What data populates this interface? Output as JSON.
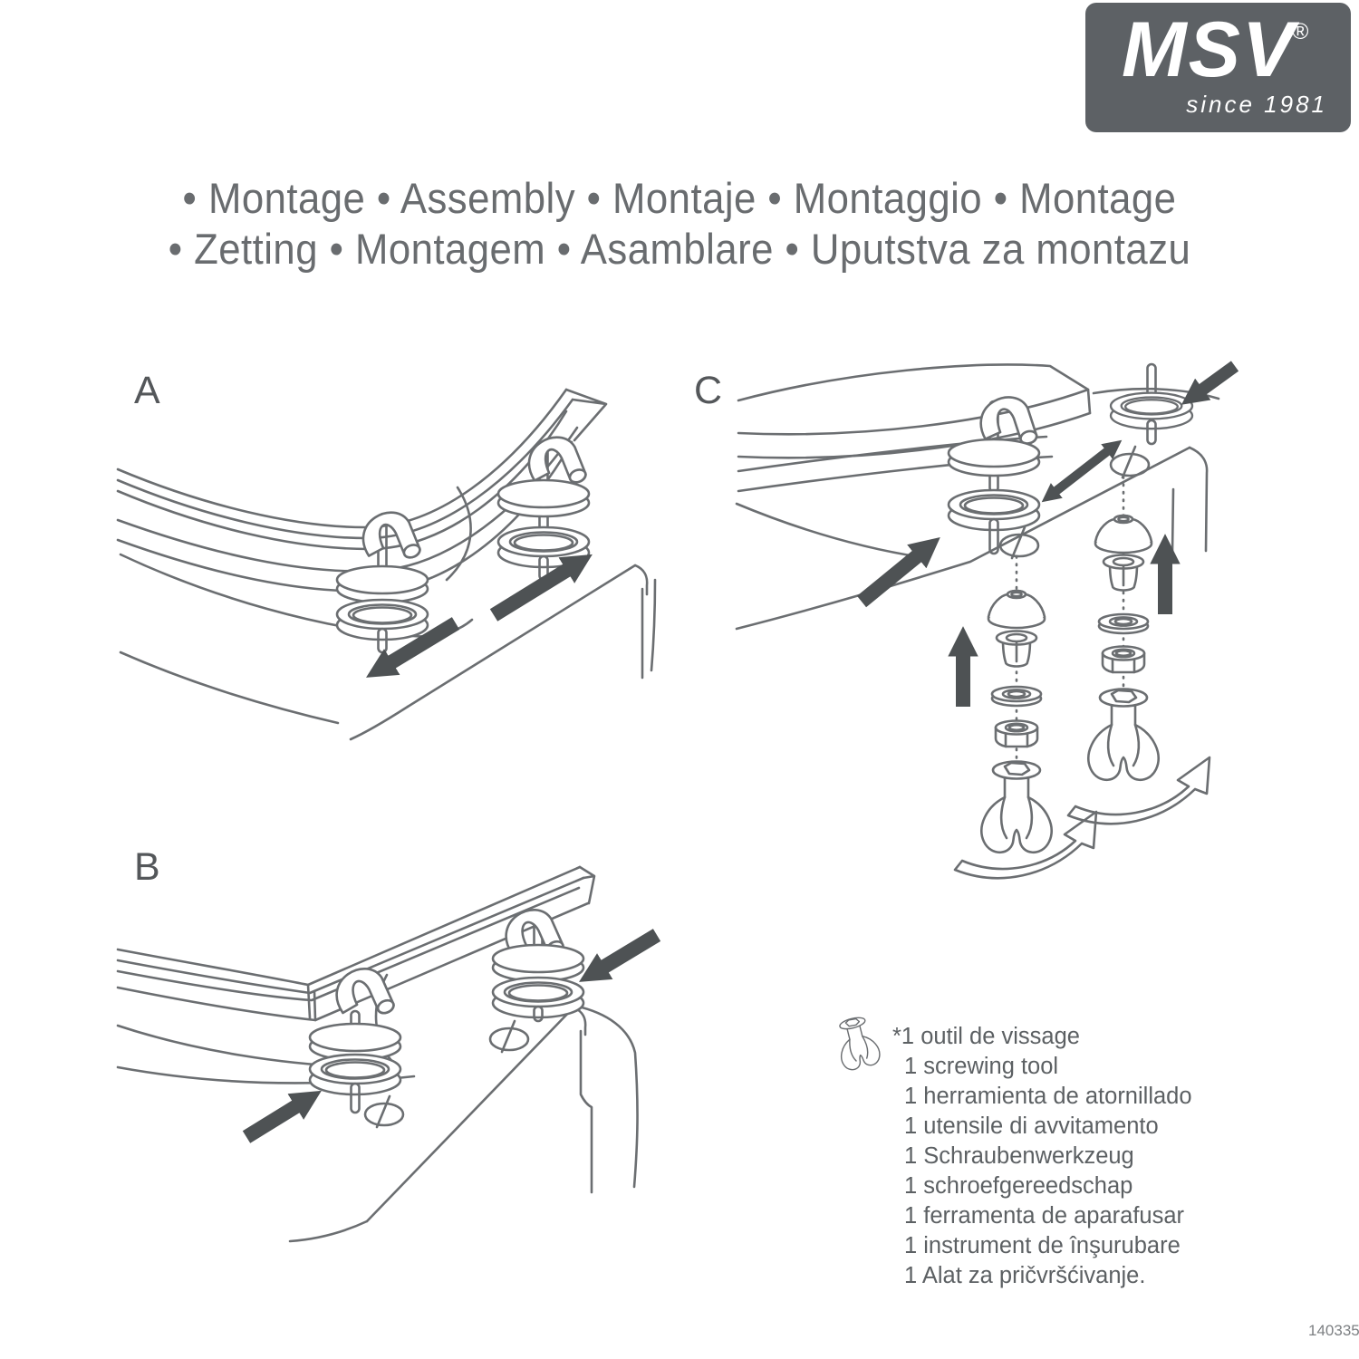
{
  "page": {
    "document_code": "140335"
  },
  "logo": {
    "brand": "MSV",
    "registered_mark": "®",
    "tagline": "since 1981",
    "bg_color": "#5d6165",
    "text_color": "#ffffff"
  },
  "title": {
    "line1": "• Montage • Assembly • Montaje • Montaggio • Montage",
    "line2": "• Zetting • Montagem • Asamblare • Uputstva za montazu"
  },
  "steps": {
    "a": "A",
    "b": "B",
    "c": "C"
  },
  "tool_list": {
    "items": [
      "*1 outil de vissage",
      "1 screwing tool",
      "1 herramienta de atornillado",
      "1 utensile di avvitamento",
      "1 Schraubenwerkzeug",
      "1 schroefgereedschap",
      "1 ferramenta de aparafusar",
      "1 instrument de înşurubare",
      "1 Alat za pričvršćivanje."
    ]
  },
  "colors": {
    "line_art": "#6b6e71",
    "arrow": "#4e5254",
    "text_gray": "#5c6063",
    "logo_bg": "#5d6165"
  }
}
